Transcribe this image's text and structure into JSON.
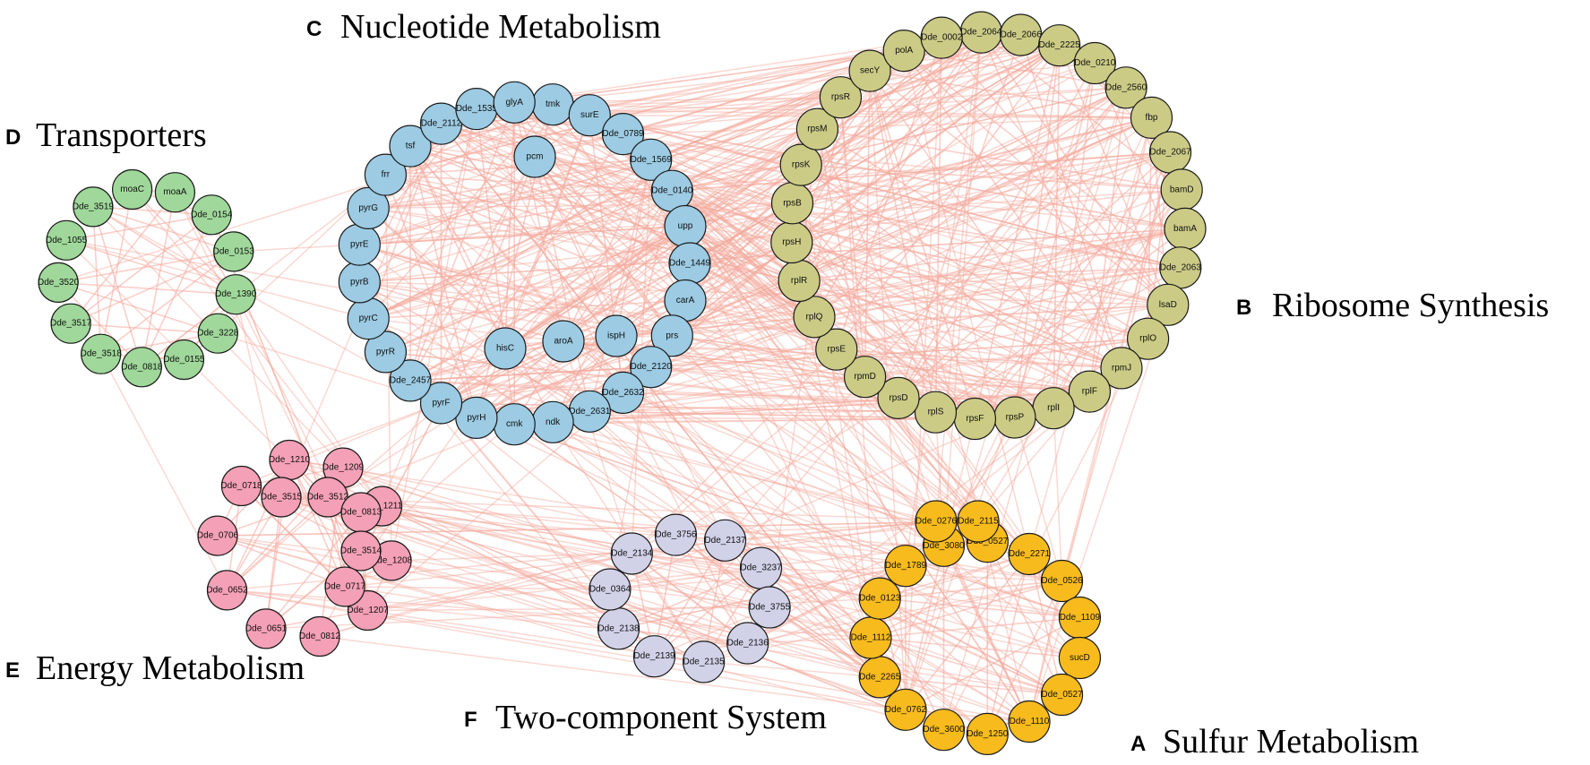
{
  "colors": {
    "edge": "#f5a89c",
    "node_stroke": "#1a1a1a",
    "ribosome": "#cccb86",
    "nucleotide": "#9ccbe3",
    "transporters": "#9fd89a",
    "energy": "#f4a0b6",
    "twocomp": "#d1d2e8",
    "sulfur": "#f8bb1e"
  },
  "clusters": [
    {
      "id": "C",
      "letter": "C",
      "title": "Nucleotide Metabolism",
      "color_key": "nucleotide",
      "ring": [
        "tmk",
        "surE",
        "Dde_0789",
        "Dde_1569",
        "Dde_0140",
        "upp",
        "Dde_1449",
        "carA",
        "prs",
        "Dde_2120",
        "Dde_2632",
        "Dde_2631",
        "ndk",
        "cmk",
        "pyrH",
        "pyrF",
        "Dde_2457",
        "pyrR",
        "pyrC",
        "pyrB",
        "pyrE",
        "pyrG",
        "frr",
        "tsf",
        "Dde_2112",
        "Dde_1535",
        "glyA"
      ],
      "inner": [
        "pcm",
        "hisC",
        "aroA",
        "ispH"
      ]
    },
    {
      "id": "B",
      "letter": "B",
      "title": "Ribosome Synthesis",
      "color_key": "ribosome",
      "ring": [
        "Dde_2064",
        "Dde_2066",
        "Dde_2225",
        "Dde_0210",
        "Dde_2560",
        "fbp",
        "Dde_2067",
        "bamD",
        "bamA",
        "Dde_2063",
        "lsaD",
        "rplO",
        "rpmJ",
        "rplF",
        "rplI",
        "rpsP",
        "rpsF",
        "rplS",
        "rpsD",
        "rpmD",
        "rpsE",
        "rplQ",
        "rplR",
        "rpsH",
        "rpsB",
        "rpsK",
        "rpsM",
        "rpsR",
        "secY",
        "polA",
        "Dde_0002"
      ],
      "inner": []
    },
    {
      "id": "D",
      "letter": "D",
      "title": "Transporters",
      "color_key": "transporters",
      "ring": [
        "moaC",
        "moaA",
        "Dde_0154",
        "Dde_0153",
        "Dde_1390",
        "Dde_3228",
        "Dde_0155",
        "Dde_0818",
        "Dde_3518",
        "Dde_3517",
        "Dde_3520",
        "Dde_1055",
        "Dde_3519"
      ],
      "inner": []
    },
    {
      "id": "E",
      "letter": "E",
      "title": "Energy Metabolism",
      "color_key": "energy",
      "ring": [
        "Dde_1210",
        "Dde_1209",
        "Dde_1211",
        "Dde_1208",
        "Dde_1207",
        "Dde_0812",
        "Dde_0651",
        "Dde_0652",
        "Dde_0706",
        "Dde_0718"
      ],
      "inner": [
        "Dde_3515",
        "Dde_3512",
        "Dde_0813",
        "Dde_3514",
        "Dde_0717"
      ]
    },
    {
      "id": "F",
      "letter": "F",
      "title": "Two-component System",
      "color_key": "twocomp",
      "ring": [
        "Dde_3756",
        "Dde_2137",
        "Dde_3237",
        "Dde_3755",
        "Dde_2136",
        "Dde_2135",
        "Dde_2139",
        "Dde_2138",
        "Dde_0364",
        "Dde_2134"
      ],
      "inner": []
    },
    {
      "id": "A",
      "letter": "A",
      "title": "Sulfur Metabolism",
      "color_key": "sulfur",
      "ring": [
        "Dde_2271",
        "Dde_0526",
        "Dde_1109",
        "sucD",
        "Dde_0527",
        "Dde_1110",
        "Dde_1250",
        "Dde_3600",
        "Dde_0762",
        "Dde_2265",
        "Dde_1112",
        "Dde_0123",
        "Dde_1789",
        "Dde_3080",
        "Dde_0527b"
      ],
      "inner": [
        "Dde_0276",
        "Dde_2115"
      ]
    }
  ]
}
